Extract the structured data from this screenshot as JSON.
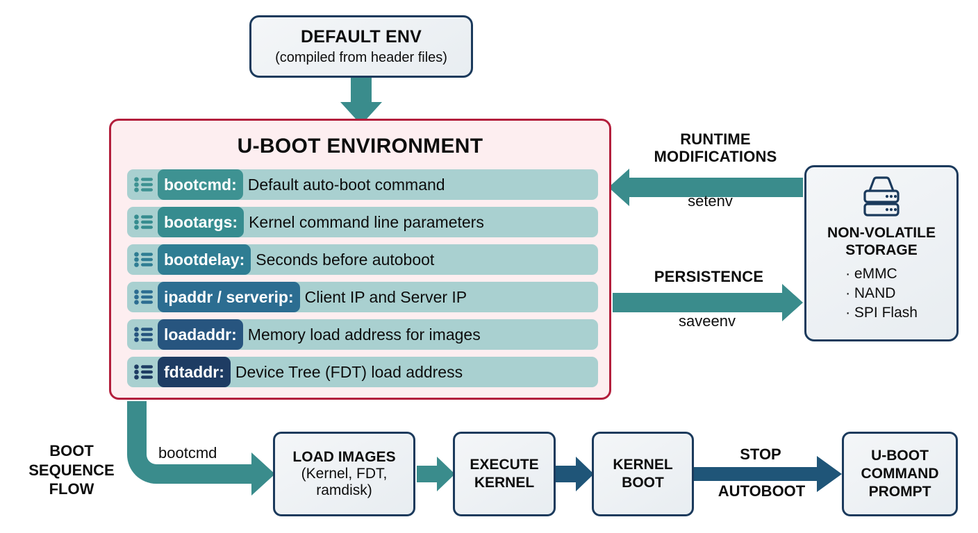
{
  "colors": {
    "teal": "#3a8c8c",
    "navy_arrow": "#1f5578",
    "box_border": "#1b3a5c",
    "panel_border": "#b31e3c",
    "panel_bg": "#fdeef0",
    "row_bg": "#a9d0d0"
  },
  "default_env": {
    "title": "DEFAULT ENV",
    "subtitle": "(compiled from header files)"
  },
  "uboot_env": {
    "title": "U-BOOT ENVIRONMENT",
    "rows": [
      {
        "icon": "list-icon",
        "name": "bootcmd:",
        "desc": "Default auto-boot command",
        "badge_color": "#3e9292"
      },
      {
        "icon": "list-icon",
        "name": "bootargs:",
        "desc": "Kernel command line parameters",
        "badge_color": "#368c8f"
      },
      {
        "icon": "list-icon",
        "name": "bootdelay:",
        "desc": "Seconds before autoboot",
        "badge_color": "#2f7d93"
      },
      {
        "icon": "list-icon",
        "name": "ipaddr / serverip:",
        "desc": "Client IP and Server IP",
        "badge_color": "#2c6d91"
      },
      {
        "icon": "list-icon",
        "name": "loadaddr:",
        "desc": "Memory load address for images",
        "badge_color": "#27557f"
      },
      {
        "icon": "list-icon",
        "name": "fdtaddr:",
        "desc": "Device Tree (FDT) load address",
        "badge_color": "#1e3c63"
      }
    ]
  },
  "storage": {
    "icon": "server-storage-icon",
    "title_line1": "NON-VOLATILE",
    "title_line2": "STORAGE",
    "items": [
      "· eMMC",
      "· NAND",
      "· SPI Flash"
    ]
  },
  "side_flows": {
    "runtime_caption_line1": "RUNTIME",
    "runtime_caption_line2": "MODIFICATIONS",
    "runtime_command": "setenv",
    "persistence_caption": "PERSISTENCE",
    "persistence_command": "saveenv"
  },
  "boot_sequence": {
    "label_line1": "BOOT",
    "label_line2": "SEQUENCE",
    "label_line3": "FLOW",
    "edge_bootcmd": "bootcmd",
    "edge_stop": "STOP",
    "edge_autoboot": "AUTOBOOT",
    "nodes": {
      "load_images_l1": "LOAD IMAGES",
      "load_images_l2": "(Kernel, FDT,",
      "load_images_l3": "ramdisk)",
      "execute_l1": "EXECUTE",
      "execute_l2": "KERNEL",
      "kernel_boot_l1": "KERNEL",
      "kernel_boot_l2": "BOOT",
      "prompt_l1": "U-BOOT",
      "prompt_l2": "COMMAND",
      "prompt_l3": "PROMPT"
    }
  }
}
